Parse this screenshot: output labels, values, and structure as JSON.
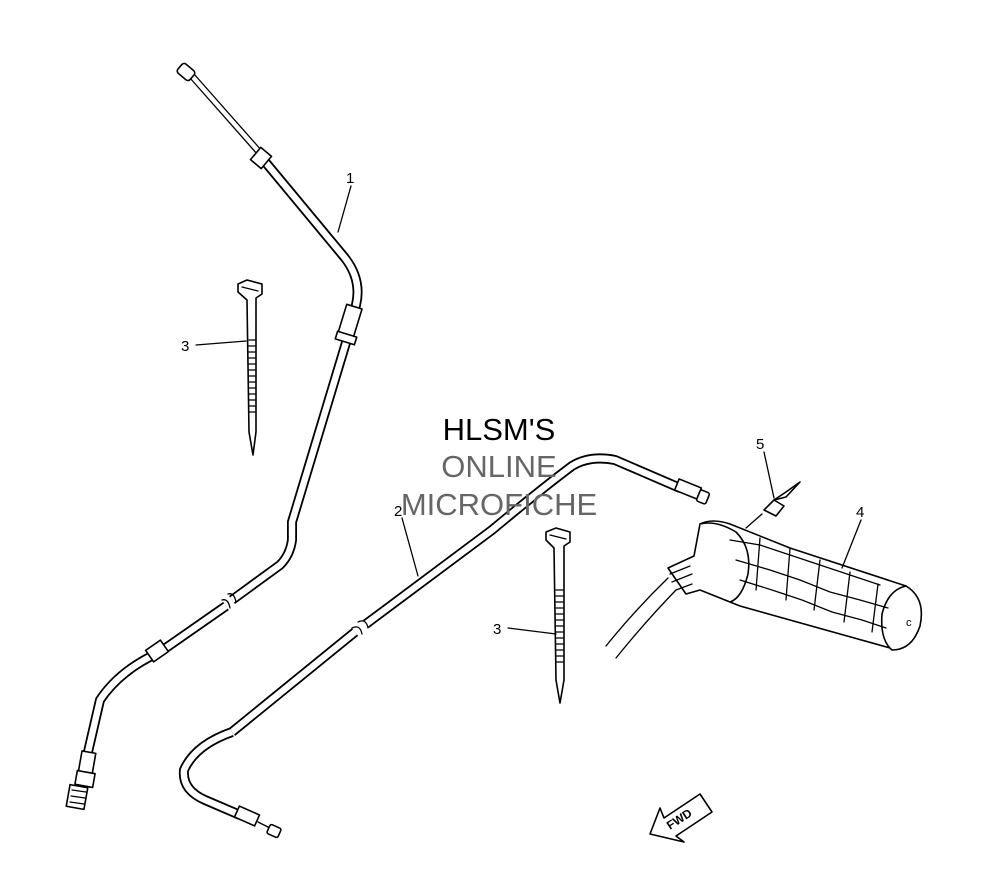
{
  "callouts": [
    {
      "id": "c1",
      "label": "1"
    },
    {
      "id": "c2",
      "label": "2"
    },
    {
      "id": "c3a",
      "label": "3"
    },
    {
      "id": "c3b",
      "label": "3"
    },
    {
      "id": "c4",
      "label": "4"
    },
    {
      "id": "c5",
      "label": "5"
    }
  ],
  "watermark": {
    "line1": "HLSM'S",
    "line2": "ONLINE",
    "line3": "MICROFICHE",
    "color_line1": "#000000",
    "color_rest": "#666666"
  },
  "fwd_arrow": {
    "label": "FWD"
  },
  "colors": {
    "line": "#000000",
    "background": "#ffffff"
  }
}
